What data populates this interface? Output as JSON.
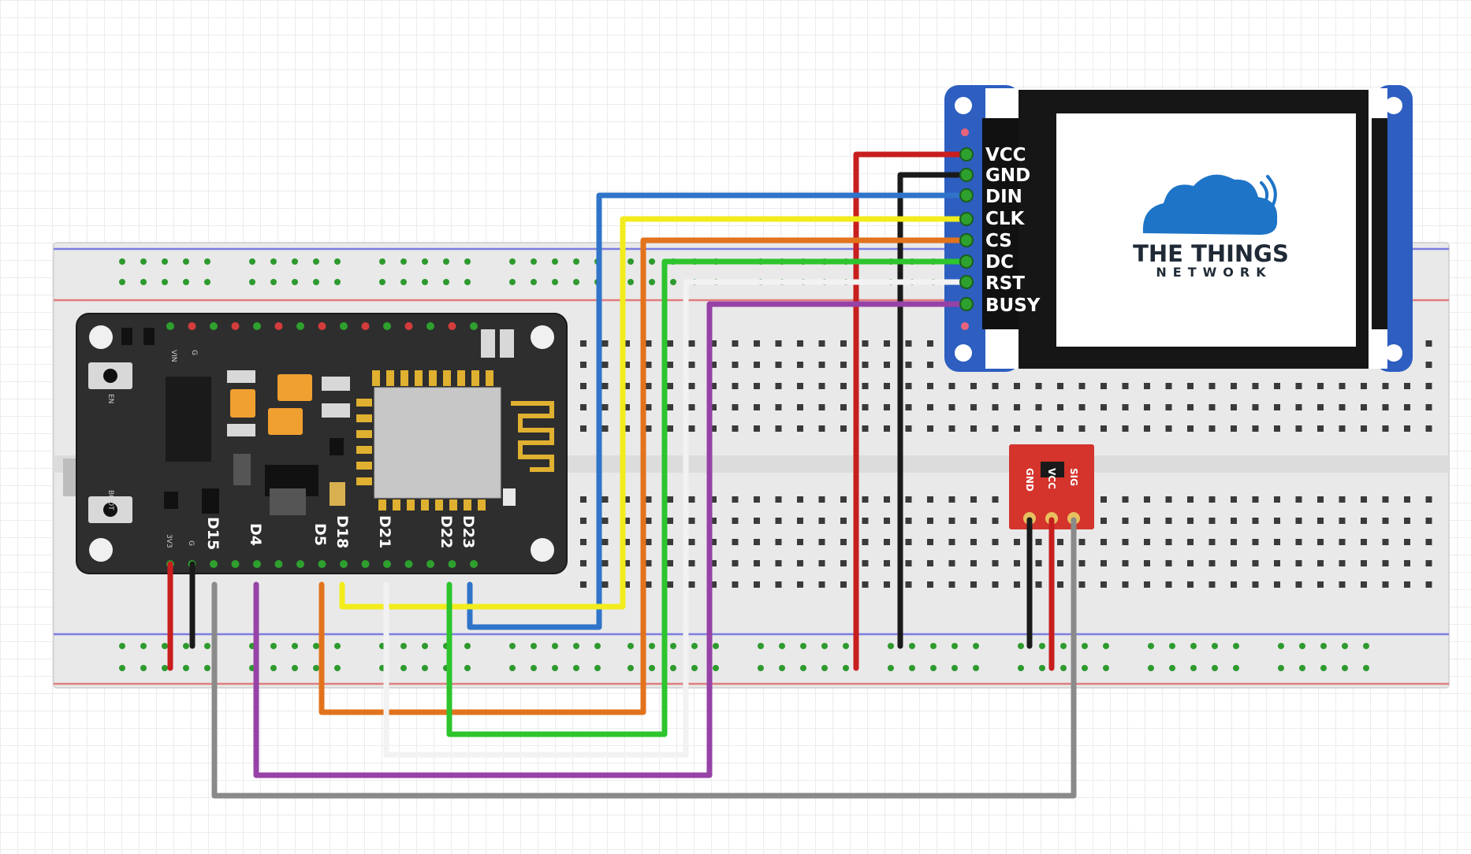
{
  "display": {
    "pins": [
      "VCC",
      "GND",
      "DIN",
      "CLK",
      "CS",
      "DC",
      "RST",
      "BUSY"
    ],
    "logo_line1": "THE THINGS",
    "logo_line2": "NETWORK"
  },
  "esp32": {
    "pin_labels": [
      "D15",
      "D4",
      "D5",
      "D18",
      "D21",
      "D22",
      "D23"
    ],
    "top_label": "VIN",
    "small_labels": [
      "EN",
      "BOOT",
      "3V3",
      "G"
    ]
  },
  "sensor": {
    "pins": [
      "GND",
      "VCC",
      "SIG"
    ]
  },
  "wires": [
    {
      "name": "vcc-wire",
      "color": "#c81e1e"
    },
    {
      "name": "gnd-wire",
      "color": "#1a1a1a"
    },
    {
      "name": "din-wire",
      "color": "#2f74c9"
    },
    {
      "name": "clk-wire",
      "color": "#f2ec1c"
    },
    {
      "name": "cs-wire",
      "color": "#e2731d"
    },
    {
      "name": "dc-wire",
      "color": "#2ec42e"
    },
    {
      "name": "rst-wire",
      "color": "#f2f2f2"
    },
    {
      "name": "busy-wire",
      "color": "#9642a6"
    },
    {
      "name": "sensor-sig-wire",
      "color": "#8a8a8a"
    }
  ]
}
